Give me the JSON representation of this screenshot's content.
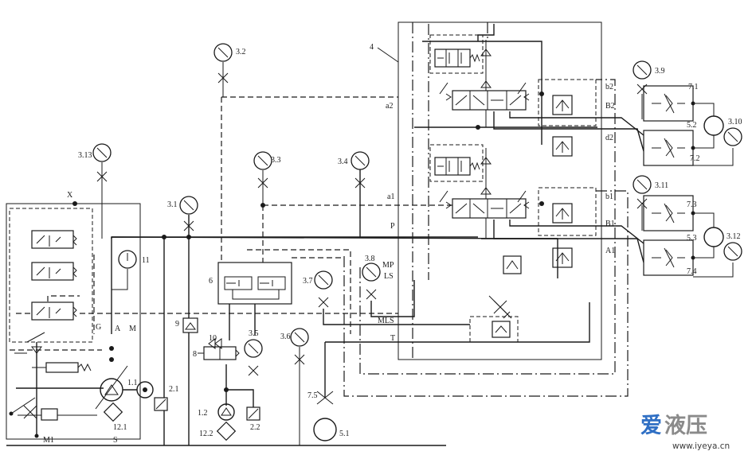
{
  "labels": {
    "l_3_2": "3.2",
    "l_3_9": "3.9",
    "l_7_1": "7.1",
    "l_b2": "b2",
    "l_B2": "B2",
    "l_5_2": "5.2",
    "l_3_10": "3.10",
    "l_7_2": "7.2",
    "l_d2": "d2",
    "l_4": "4",
    "l_a2": "a2",
    "l_3_13": "3.13",
    "l_3_3": "3.3",
    "l_3_4": "3.4",
    "l_X": "X",
    "l_a1": "a1",
    "l_b1": "b1",
    "l_3_11": "3.11",
    "l_3_1": "3.1",
    "l_P": "P",
    "l_7_3": "7.3",
    "l_B1": "B1",
    "l_5_3": "5.3",
    "l_3_12": "3.12",
    "l_11": "11",
    "l_A1": "A1",
    "l_7_4": "7.4",
    "l_3_8": "3.8",
    "l_MP": "MP",
    "l_LS": "LS",
    "l_6": "6",
    "l_3_7": "3.7",
    "l_9": "9",
    "l_MLS": "MLS",
    "l_G": "G",
    "l_A": "A",
    "l_M": "M",
    "l_3_5": "3.5",
    "l_10": "10",
    "l_3_6": "3.6",
    "l_T": "T",
    "l_8": "8",
    "l_1_1": "1.1",
    "l_2_1": "2.1",
    "l_7_5": "7.5",
    "l_1_2": "1.2",
    "l_12_1": "12.1",
    "l_2_2": "2.2",
    "l_12_2": "12.2",
    "l_5_1": "5.1",
    "l_M1": "M1",
    "l_S": "S"
  },
  "watermark": {
    "brand_char1": "爱",
    "brand_chars": "液压",
    "url": "www.iyeya.cn",
    "colors": {
      "blue": "#2f6fc4",
      "gray": "#8a8a8a"
    }
  }
}
